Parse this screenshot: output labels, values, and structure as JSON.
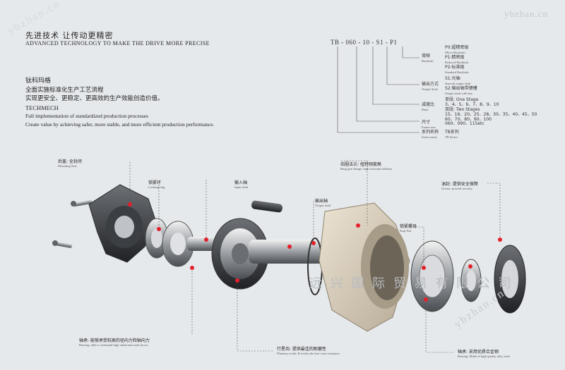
{
  "header": {
    "title_cn": "先进技术  让传动更精密",
    "title_en": "ADVANCED TECHNOLOGY TO MAKE THE DRIVE MORE PRECISE"
  },
  "techmech": {
    "cn_title": "钛科玛格",
    "cn_line1": "全面实施标准化生产工艺流程",
    "cn_line2": "实现更安全、更稳定、更高效的生产效能创造价值。",
    "en_title": "TECHMECH",
    "en_line1": "Full implementation of standardized production processes",
    "en_line2": "Create value by achieving safer, more stable, and more efficient production performance."
  },
  "model_code": {
    "code": "TB - 060 - 10 - S1 - P1",
    "backlash": {
      "label_cn": "背隙",
      "label_en": "Backlash",
      "p0": "P0:超精密级",
      "p0_en": "Micro Backlash",
      "p1": "P1:精密级",
      "p1_en": "Reduced Backlash",
      "p2": "P2:标准级",
      "p2_en": "Standard Backlash"
    },
    "output": {
      "label_cn": "输出方式",
      "label_en": "Output Style",
      "s1": "S1:光轴",
      "s1_en": "Smooth output shaft",
      "s2": "S2:输出轴带键槽",
      "s2_en": "Output shaft with key"
    },
    "ratio": {
      "label_cn": "减速比",
      "label_en": "Ratio",
      "one": "单段:  One Stage",
      "one_vals": "3、4、5、6、7、8、9、10",
      "two": "双段:  Two Stages",
      "two_vals1": "15、16、20、25、28、30、35、40、45、50",
      "two_vals2": "60、70、80、90、100"
    },
    "frame": {
      "label_cn": "尺寸",
      "label_en": "Frame size",
      "vals": "060、090、115etc"
    },
    "series": {
      "label_cn": "系列名称",
      "label_en": "Series name",
      "val": "TB系列",
      "val_en": "TB Series"
    }
  },
  "labels": {
    "mounting": {
      "cn": "后盖: 全封闭",
      "en": "Mounting Seat"
    },
    "locking": {
      "cn": "锁紧环",
      "en": "Locking ring"
    },
    "input": {
      "cn": "输入轴",
      "en": "Input shaft"
    },
    "output": {
      "cn": "输出轴",
      "en": "Output shaft"
    },
    "ring_gear": {
      "cn": "齿圈法兰: 扭转刚度高",
      "en": "Ring gear flange: high torsional stiffness"
    },
    "grease": {
      "cn": "油封: 提供安全保障",
      "en": "Grease: provide security"
    },
    "stop_nut": {
      "cn": "锁紧螺母",
      "en": "Stop Nut"
    },
    "bearing_left": {
      "cn": "轴承: 能够承受较高的径向力和轴向力",
      "en": "Bearing: able to withstand high radial and axial forces"
    },
    "planetary": {
      "cn": "行星齿: 提供最佳的耐磨性",
      "en": "Planetary tooth: Provides the best wear resistance"
    },
    "bearing_right": {
      "cn": "轴承: 采用优质合金钢",
      "en": "Bearing: Made of high quality alloy steel"
    }
  },
  "watermarks": {
    "company": "远 兴 国 际 贸 易 有 限 公 司",
    "site": "ybzhan.cn",
    "site_top": "ybzhan.cn"
  },
  "colors": {
    "marker": "#e4202a",
    "leader": "#555555"
  }
}
